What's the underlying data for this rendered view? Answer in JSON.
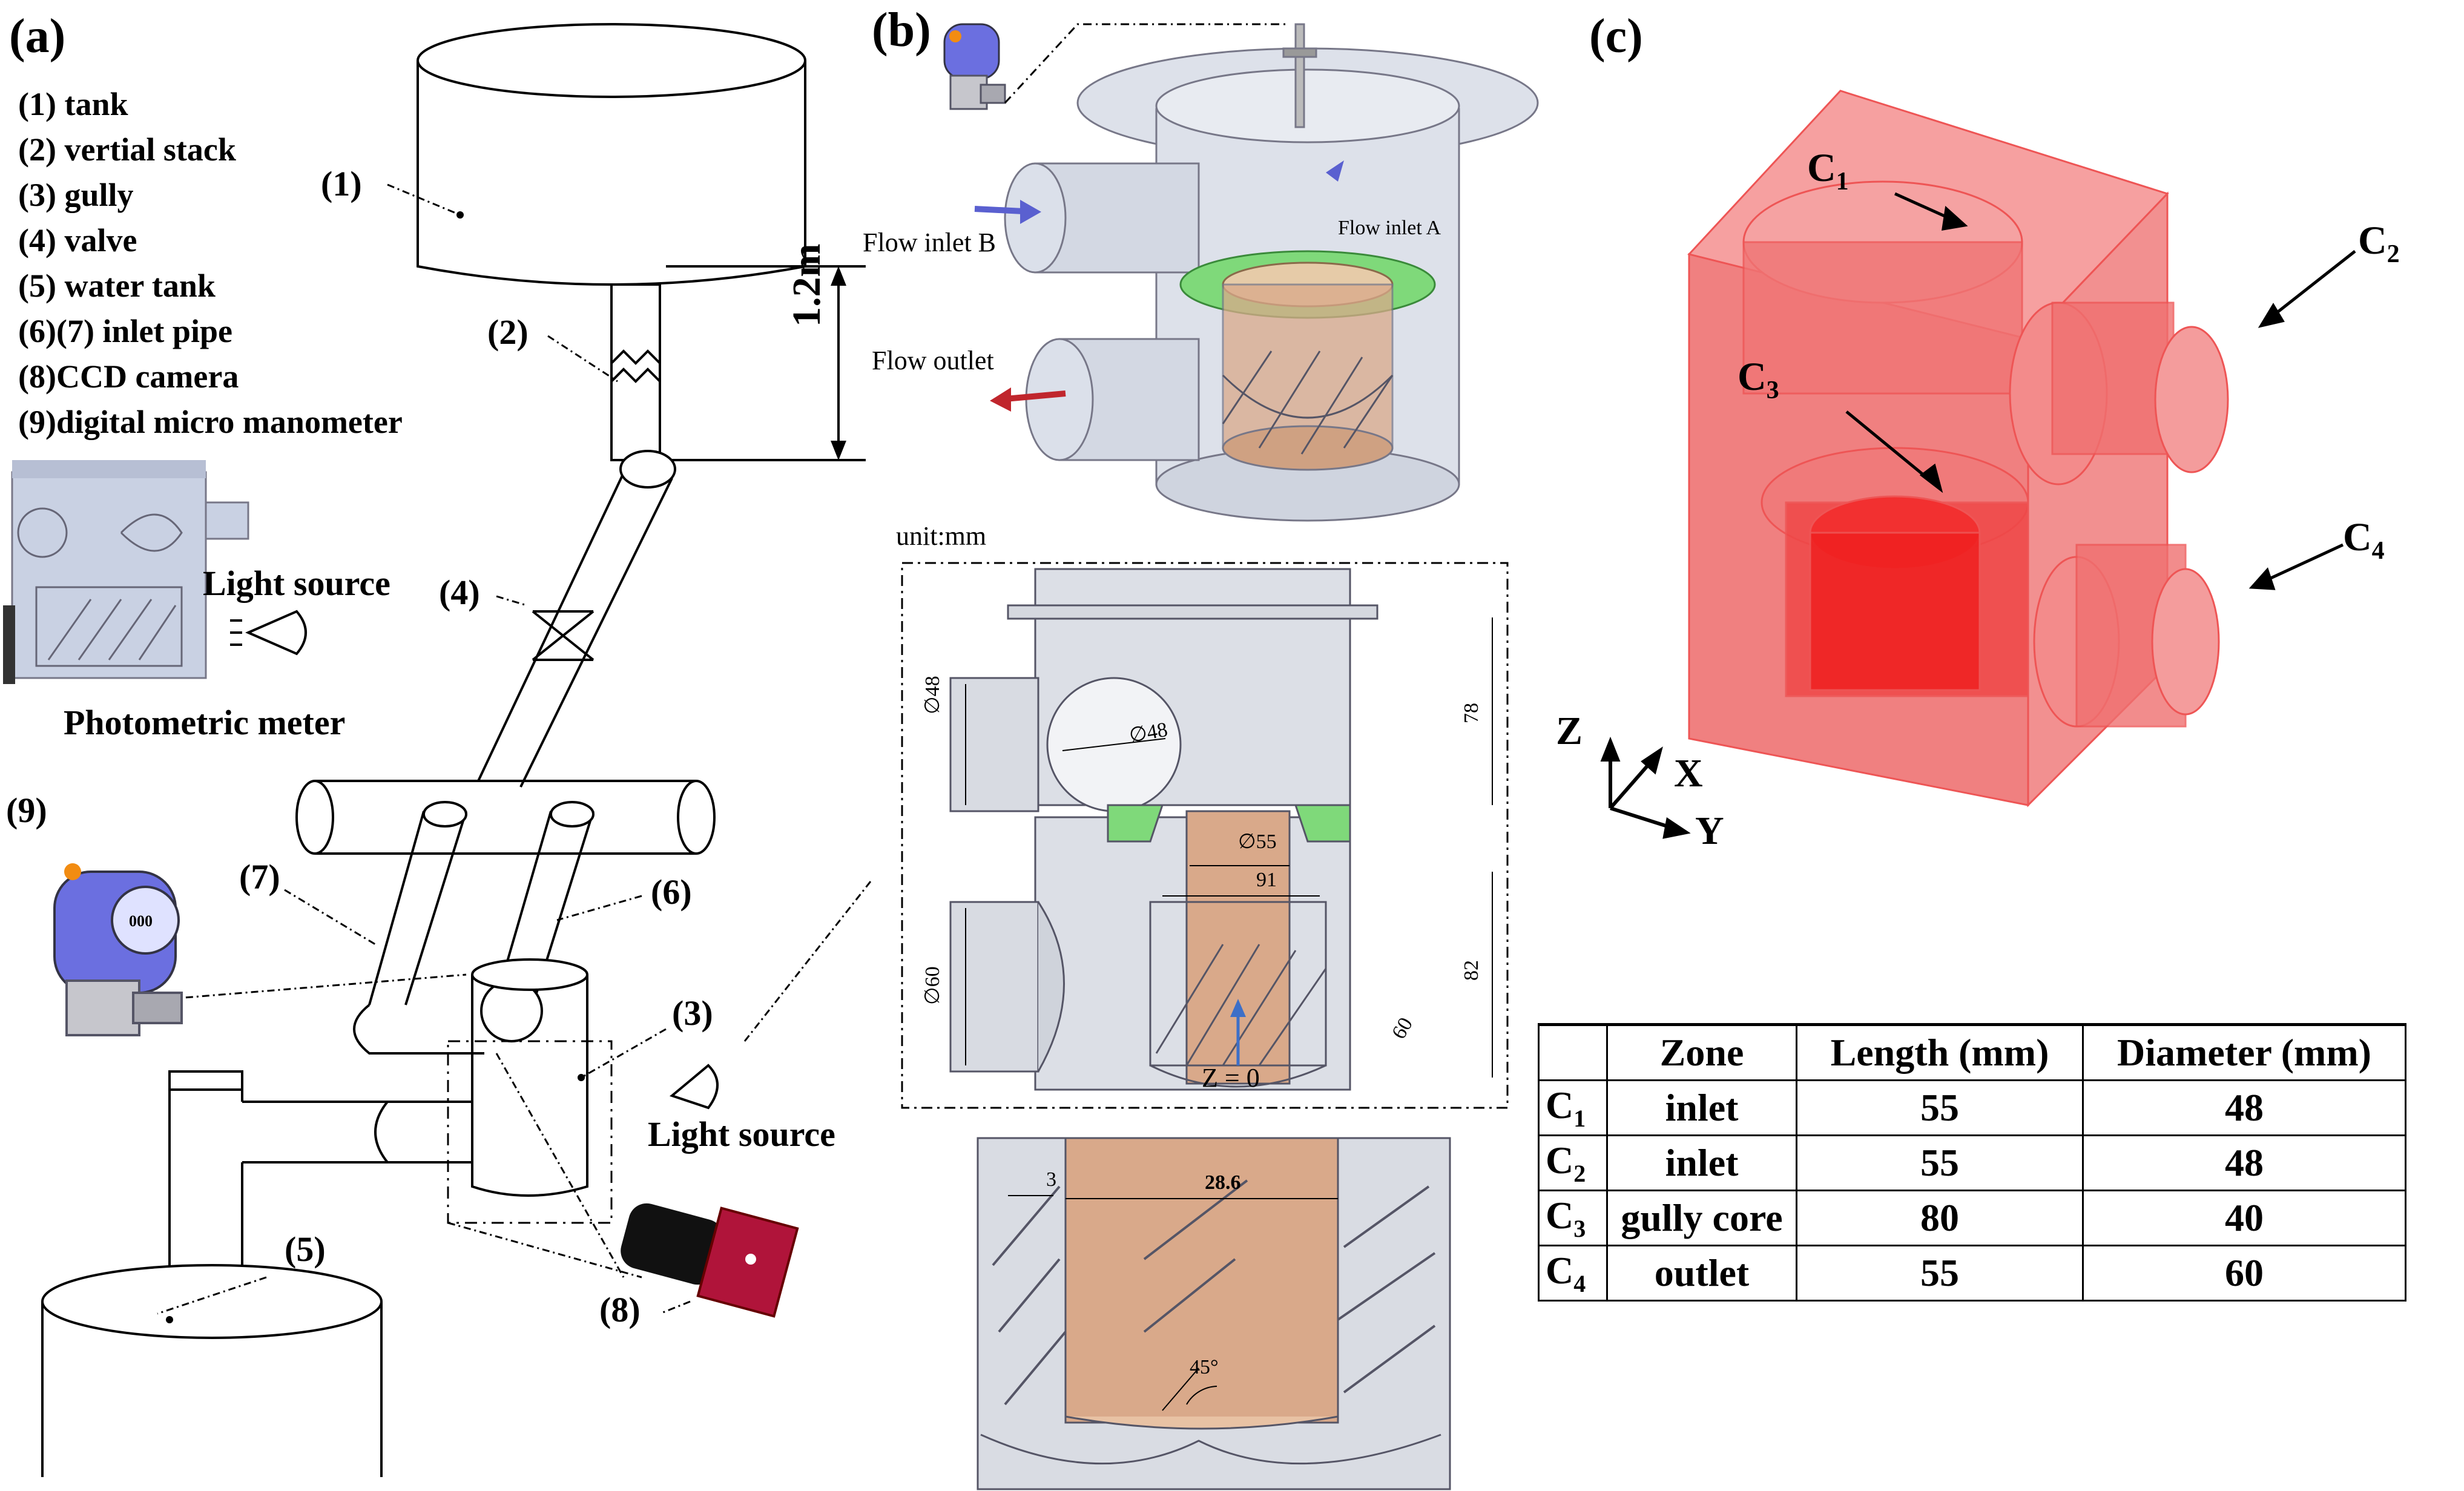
{
  "panels": {
    "a": "(a)",
    "b": "(b)",
    "c": "(c)"
  },
  "legend": [
    "(1) tank",
    "(2) vertial stack",
    "(3) gully",
    "(4) valve",
    "(5) water tank",
    "(6)(7) inlet pipe",
    "(8)CCD camera",
    "(9)digital micro manometer"
  ],
  "callouts_a": {
    "c1": "(1)",
    "c2": "(2)",
    "c3": "(3)",
    "c4": "(4)",
    "c5": "(5)",
    "c6": "(6)",
    "c7": "(7)",
    "c8": "(8)",
    "c9": "(9)",
    "height": "1.2m",
    "light_source_1": "Light source",
    "light_source_2": "Light source",
    "photometric": "Photometric meter"
  },
  "panel_b": {
    "flow_inlet_b": "Flow inlet B",
    "flow_inlet_a": "Flow inlet A",
    "flow_outlet": "Flow outlet",
    "unit": "unit:mm",
    "dim_48a": "∅48",
    "dim_48b": "∅48",
    "dim_78": "78",
    "dim_55": "∅55",
    "dim_91": "91",
    "dim_60a": "∅60",
    "dim_82": "82",
    "dim_60b": "60",
    "z0": "Z = 0",
    "dim_3": "3",
    "dim_286": "28.6",
    "angle": "45°"
  },
  "panel_c": {
    "labels": [
      {
        "name": "C",
        "sub": "1"
      },
      {
        "name": "C",
        "sub": "2"
      },
      {
        "name": "C",
        "sub": "3"
      },
      {
        "name": "C",
        "sub": "4"
      }
    ],
    "axis_z": "Z",
    "axis_x": "X",
    "axis_y": "Y"
  },
  "table": {
    "headers": [
      "",
      "Zone",
      "Length (mm)",
      "Diameter (mm)"
    ],
    "rows": [
      {
        "c": "C",
        "sub": "1",
        "zone": "inlet",
        "length": "55",
        "diameter": "48"
      },
      {
        "c": "C",
        "sub": "2",
        "zone": "inlet",
        "length": "55",
        "diameter": "48"
      },
      {
        "c": "C",
        "sub": "3",
        "zone": "gully core",
        "length": "80",
        "diameter": "40"
      },
      {
        "c": "C",
        "sub": "4",
        "zone": "outlet",
        "length": "55",
        "diameter": "60"
      }
    ]
  },
  "colors": {
    "red_block": "#f07a7a",
    "green_ring": "#7fd97a",
    "copper": "#d9a98a",
    "manometer_blue": "#6b6fe0",
    "camera_red": "#b0143a"
  }
}
